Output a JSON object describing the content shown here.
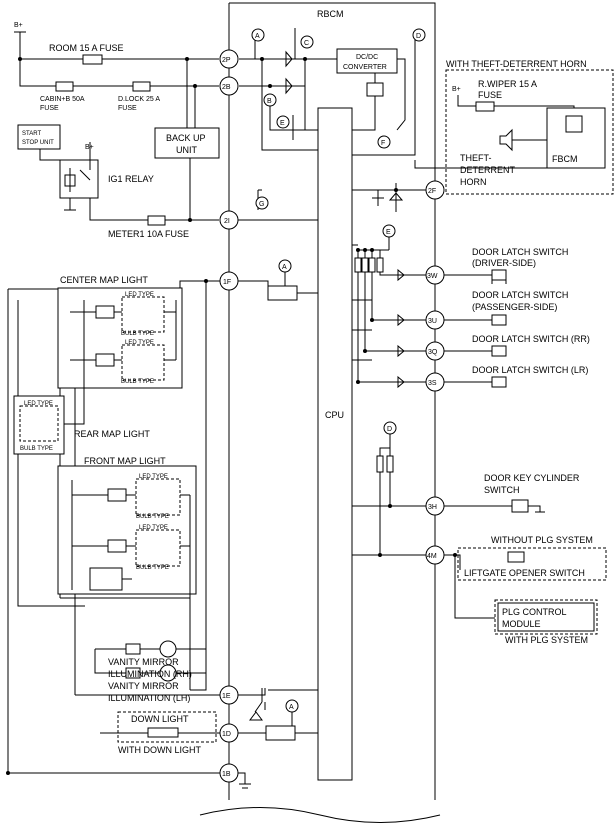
{
  "module": {
    "title": "RBCM",
    "cpu_label": "CPU",
    "converter_label_1": "DC/DC",
    "converter_label_2": "CONVERTER"
  },
  "supply": {
    "bplus": "B+",
    "room_fuse": "ROOM 15 A FUSE",
    "cabin_fuse_1": "CABIN+B 50A",
    "cabin_fuse_2": "FUSE",
    "dlock_fuse_1": "D.LOCK 25 A",
    "dlock_fuse_2": "FUSE",
    "backup_1": "BACK UP",
    "backup_2": "UNIT",
    "start_stop_1": "START",
    "start_stop_2": "STOP UNIT",
    "ig1_relay": "IG1 RELAY",
    "meter_fuse": "METER1 10A FUSE"
  },
  "terminals": [
    "2P",
    "2B",
    "2I",
    "1F",
    "1E",
    "1D",
    "1B",
    "2F",
    "3W",
    "3U",
    "3Q",
    "3S",
    "3H",
    "4M"
  ],
  "connectors": [
    "A",
    "B",
    "C",
    "D",
    "E",
    "F",
    "G"
  ],
  "lights": {
    "center_map": "CENTER MAP LIGHT",
    "rear_map": "REAR MAP LIGHT",
    "front_map": "FRONT MAP LIGHT",
    "led_type": "LED TYPE",
    "bulb_type": "BULB TYPE",
    "vanity_rh_1": "VANITY MIRROR",
    "vanity_rh_2": "ILLUMINATION (RH)",
    "vanity_lh_1": "VANITY MIRROR",
    "vanity_lh_2": "ILLUMINATION (LH)",
    "down_light": "DOWN LIGHT",
    "with_down_light": "WITH DOWN LIGHT"
  },
  "horn": {
    "title": "WITH THEFT-DETERRENT HORN",
    "wiper_fuse_1": "R.WIPER 15 A",
    "wiper_fuse_2": "FUSE",
    "horn_1": "THEFT-",
    "horn_2": "DETERRENT",
    "horn_3": "HORN",
    "fbcm": "FBCM"
  },
  "switches": {
    "door_driver_1": "DOOR LATCH SWITCH",
    "door_driver_2": "(DRIVER-SIDE)",
    "door_pass_1": "DOOR LATCH SWITCH",
    "door_pass_2": "(PASSENGER-SIDE)",
    "door_rr": "DOOR LATCH SWITCH (RR)",
    "door_lr": "DOOR LATCH SWITCH (LR)",
    "key_cyl_1": "DOOR KEY CYLINDER",
    "key_cyl_2": "SWITCH",
    "without_plg": "WITHOUT PLG SYSTEM",
    "liftgate": "LIFTGATE OPENER SWITCH",
    "plg_1": "PLG CONTROL",
    "plg_2": "MODULE",
    "with_plg": "WITH PLG SYSTEM"
  }
}
